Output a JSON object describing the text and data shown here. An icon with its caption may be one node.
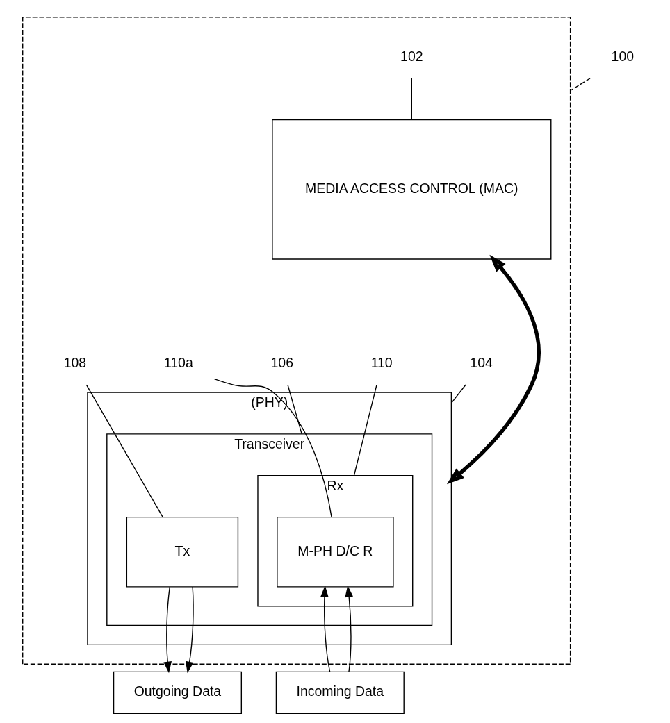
{
  "diagram": {
    "nodes": [
      {
        "text": [],
        "shape": "box"
      },
      {
        "text": [
          "MEDIA ACCESS CONTROL (MAC)"
        ],
        "in": 0
      },
      {
        "text": [
          "102"
        ],
        "in": 0
      },
      {
        "text": [
          "100"
        ]
      },
      {
        "text": [
          "(PHY)"
        ],
        "in": 0
      },
      {
        "text": [
          "104"
        ],
        "in": 0
      },
      {
        "text": [
          "Transceiver"
        ],
        "in": 4
      },
      {
        "text": [
          "110"
        ],
        "in": 0
      },
      {
        "text": [
          "Rx"
        ],
        "in": 6
      },
      {
        "text": [
          "M-PH D/C R"
        ],
        "in": 8
      },
      {
        "text": [
          "106"
        ],
        "in": 0
      },
      {
        "text": [
          "110a"
        ],
        "in": 0
      },
      {
        "text": [
          "Tx"
        ],
        "in": 6
      },
      {
        "text": [
          "108"
        ],
        "in": 0
      },
      {
        "text": [
          "Incoming Data"
        ]
      },
      {
        "text": [
          "Outgoing Data"
        ]
      }
    ],
    "edges": [
      {
        "from": 2,
        "to": 1,
        "arrow": "none"
      },
      {
        "from": 3,
        "to": 0,
        "arrow": "none",
        "style": "dashed"
      },
      {
        "from": 1,
        "to": 4,
        "arrow": "both",
        "style": "thick"
      },
      {
        "from": 5,
        "to": 4,
        "arrow": "none"
      },
      {
        "from": 7,
        "to": 8,
        "arrow": "none"
      },
      {
        "from": 10,
        "to": 6,
        "arrow": "none"
      },
      {
        "from": 11,
        "to": 9,
        "arrow": "none"
      },
      {
        "from": 13,
        "to": 12,
        "arrow": "none"
      },
      {
        "from": 14,
        "to": 9,
        "arrow": "to"
      },
      {
        "from": 14,
        "to": 9,
        "arrow": "to"
      },
      {
        "from": 12,
        "to": 15,
        "arrow": "to"
      },
      {
        "from": 12,
        "to": 15,
        "arrow": "to"
      }
    ]
  }
}
